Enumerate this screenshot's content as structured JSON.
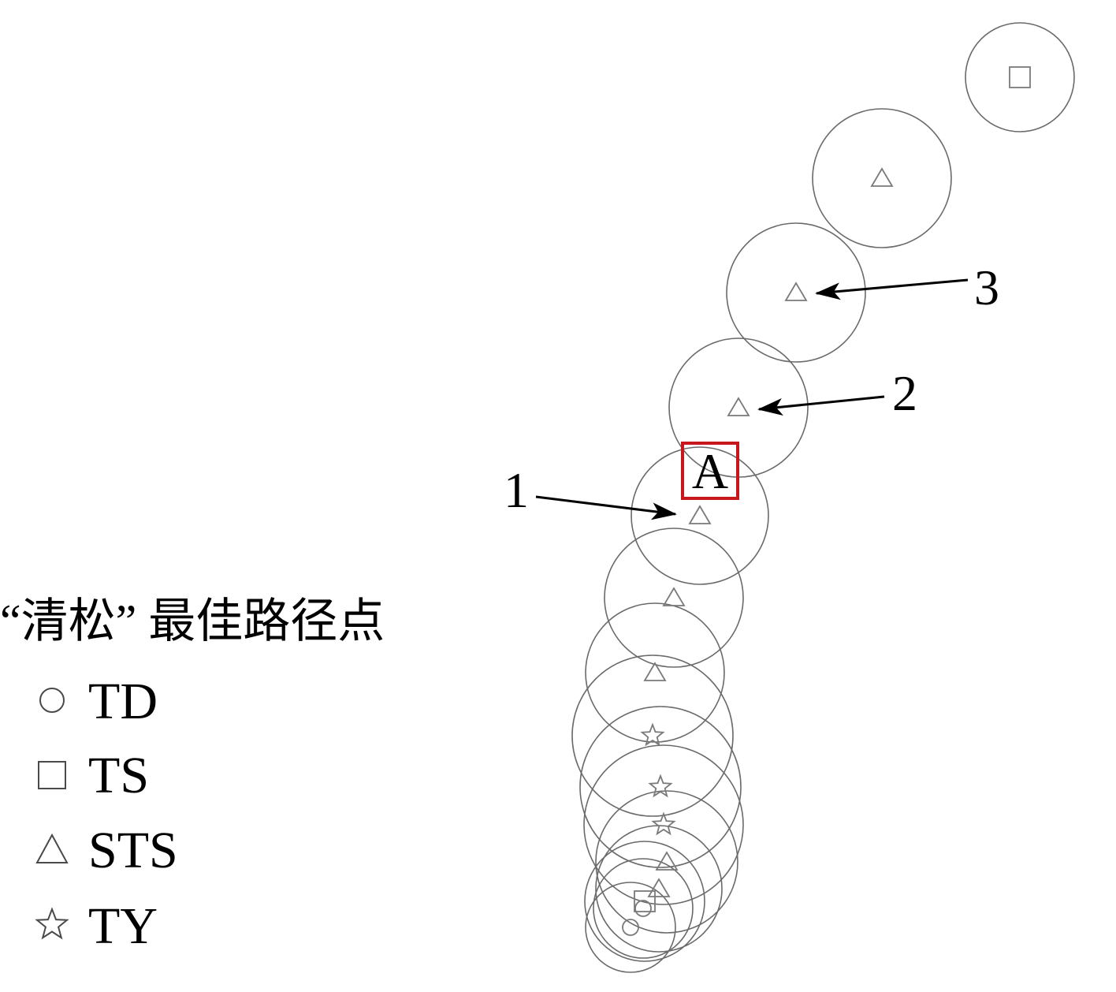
{
  "legend": {
    "title": "“清松” 最佳路径点",
    "items": [
      {
        "icon": "circle-icon",
        "label": "TD"
      },
      {
        "icon": "square-icon",
        "label": "TS"
      },
      {
        "icon": "triangle-icon",
        "label": "STS"
      },
      {
        "icon": "star-icon",
        "label": "TY"
      }
    ]
  },
  "annotations": {
    "label_1": "1",
    "label_2": "2",
    "label_3": "3",
    "box_label": "A",
    "box_color": "#c8161d"
  },
  "track": {
    "markers": [
      "square-icon",
      "triangle-icon",
      "triangle-icon",
      "triangle-icon",
      "triangle-icon",
      "triangle-icon",
      "triangle-icon",
      "star-icon",
      "star-icon",
      "star-icon",
      "triangle-icon",
      "triangle-icon",
      "square-icon",
      "circle-icon",
      "circle-icon"
    ]
  }
}
